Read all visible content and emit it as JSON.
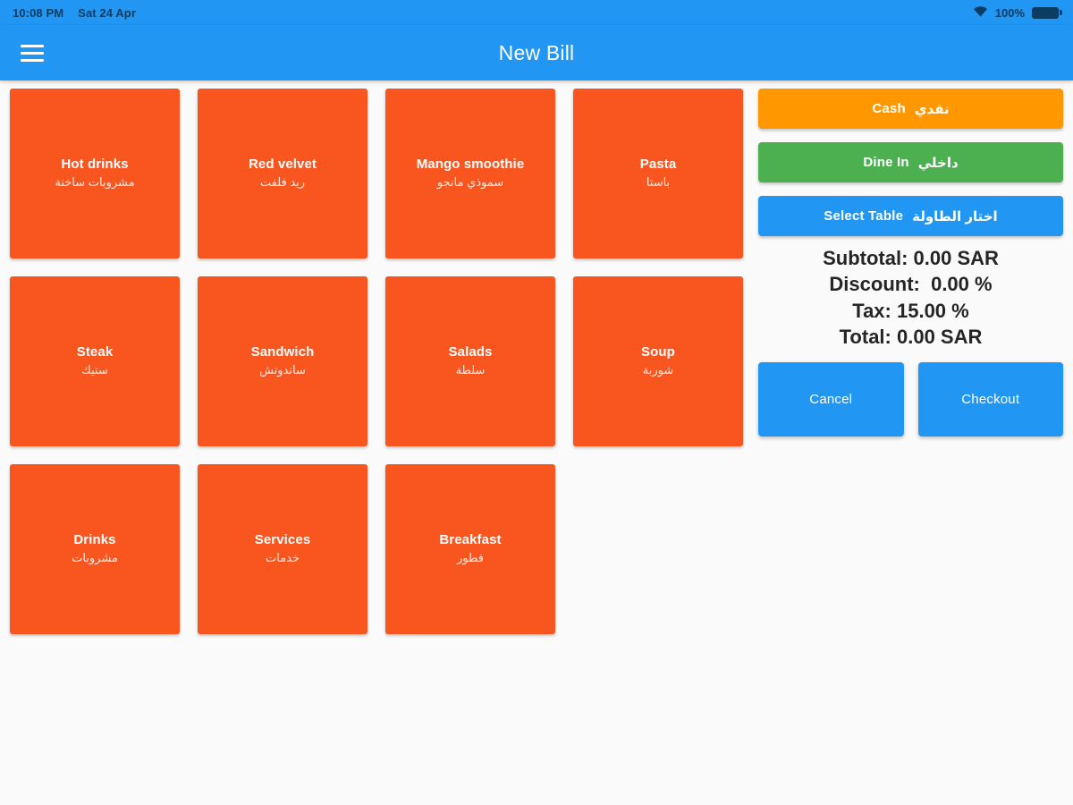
{
  "status_bar": {
    "time": "10:08 PM",
    "date": "Sat 24 Apr",
    "battery_percent": "100%",
    "wifi_icon": "wifi-icon",
    "battery_icon": "battery-icon"
  },
  "app_bar": {
    "menu_icon": "hamburger-menu-icon",
    "title": "New Bill",
    "background_color": "#2196f3"
  },
  "categories": [
    {
      "en": "Hot drinks",
      "ar": "مشروبات ساخنة"
    },
    {
      "en": "Red velvet",
      "ar": "ريد فلفت"
    },
    {
      "en": "Mango smoothie",
      "ar": "سموذي مانجو"
    },
    {
      "en": "Pasta",
      "ar": "باستا"
    },
    {
      "en": "Steak",
      "ar": "ستيك"
    },
    {
      "en": "Sandwich",
      "ar": "ساندوتش"
    },
    {
      "en": "Salads",
      "ar": "سلطة"
    },
    {
      "en": "Soup",
      "ar": "شوربة"
    },
    {
      "en": "Drinks",
      "ar": "مشروبات"
    },
    {
      "en": "Services",
      "ar": "خدمات"
    },
    {
      "en": "Breakfast",
      "ar": "فطور"
    }
  ],
  "tile_color": "#f9551f",
  "side_panel": {
    "payment_button": {
      "en": "Cash",
      "ar": "نقدي",
      "color": "#ff9800"
    },
    "order_type_button": {
      "en": "Dine In",
      "ar": "داخلي",
      "color": "#4caf50"
    },
    "select_table_button": {
      "en": "Select Table",
      "ar": "اختار الطاولة",
      "color": "#2196f3"
    },
    "totals": [
      "Subtotal: 0.00 SAR",
      "Discount:  0.00 %",
      "Tax: 15.00 %",
      "Total: 0.00 SAR"
    ],
    "cancel_label": "Cancel",
    "checkout_label": "Checkout"
  }
}
